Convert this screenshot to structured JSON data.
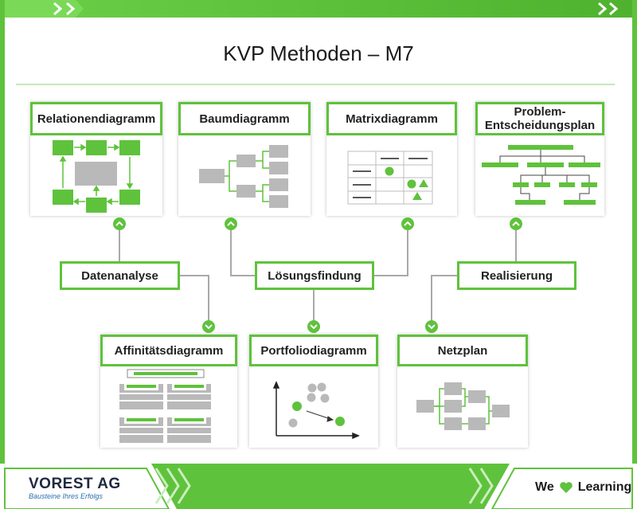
{
  "title": "KVP Methoden – M7",
  "methods_top": {
    "relationen": "Relationendiagramm",
    "baum": "Baumdiagramm",
    "matrix": "Matrixdiagramm",
    "problem_line1": "Problem-",
    "problem_line2": "Entscheidungsplan"
  },
  "stages": {
    "datenanalyse": "Datenanalyse",
    "loesungsfindung": "Lösungsfindung",
    "realisierung": "Realisierung"
  },
  "methods_bottom": {
    "affinitaet": "Affinitätsdiagramm",
    "portfolio": "Portfoliodiagramm",
    "netzplan": "Netzplan"
  },
  "footer": {
    "company": "VOREST AG",
    "slogan": "Bausteine Ihres Erfolgs",
    "we": "We",
    "learning": "Learning"
  },
  "colors": {
    "green": "#5fc23c",
    "gray": "#b9b9b9",
    "connector": "#a9a9a9"
  }
}
